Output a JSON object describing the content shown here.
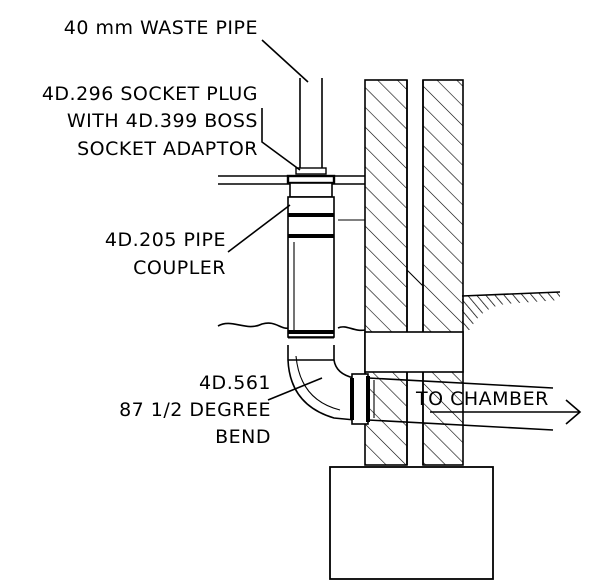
{
  "labels": {
    "waste_pipe": "40 mm WASTE PIPE",
    "socket_plug_1": "4D.296 SOCKET PLUG",
    "socket_plug_2": "WITH 4D.399 BOSS",
    "socket_plug_3": "SOCKET ADAPTOR",
    "coupler_1": "4D.205 PIPE",
    "coupler_2": "COUPLER",
    "bend_1": "4D.561",
    "bend_2": "87 1/2 DEGREE",
    "bend_3": "BEND",
    "chamber": "TO CHAMBER"
  }
}
